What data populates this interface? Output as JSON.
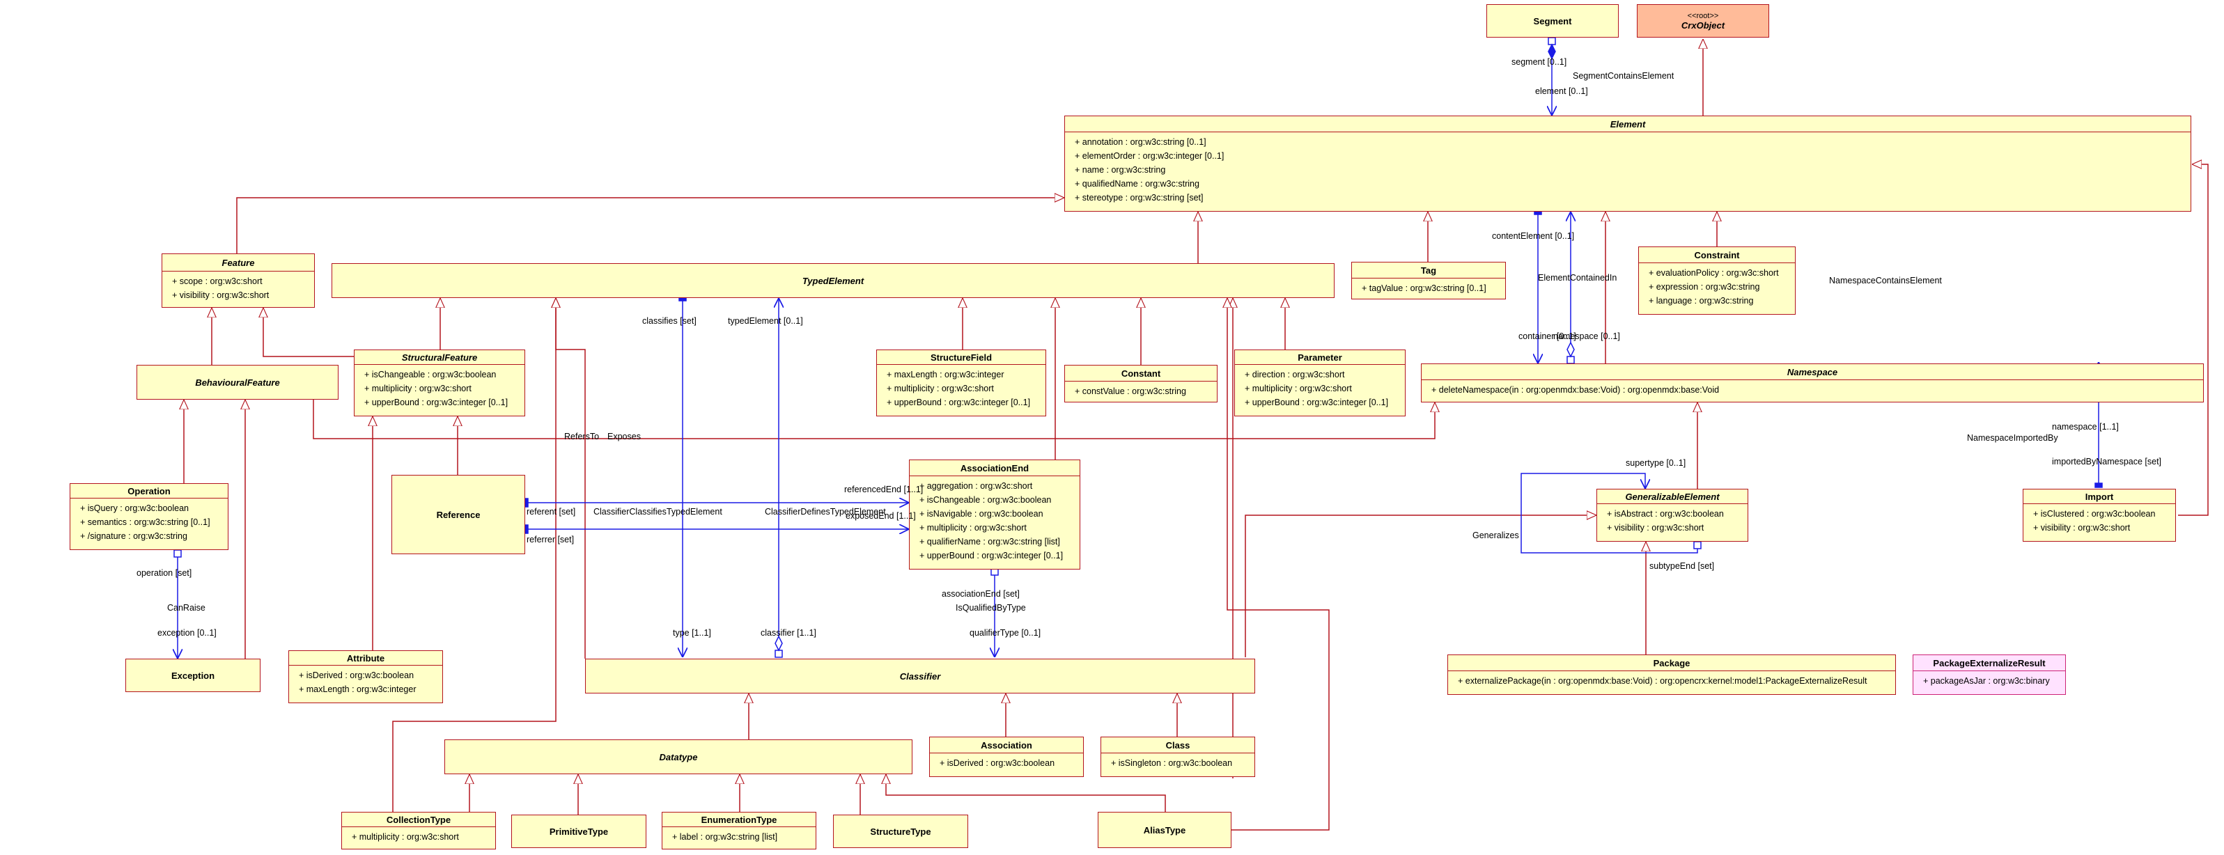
{
  "classes": {
    "segment": {
      "name": "Segment"
    },
    "crxobject": {
      "stereotype": "<<root>>",
      "name": "CrxObject"
    },
    "element": {
      "name": "Element",
      "attrs": [
        "+ annotation : org:w3c:string [0..1]",
        "+ elementOrder : org:w3c:integer [0..1]",
        "+ name : org:w3c:string",
        "+ qualifiedName : org:w3c:string",
        "+ stereotype : org:w3c:string [set]"
      ]
    },
    "feature": {
      "name": "Feature",
      "attrs": [
        "+ scope : org:w3c:short",
        "+ visibility : org:w3c:short"
      ]
    },
    "typedelement": {
      "name": "TypedElement"
    },
    "tag": {
      "name": "Tag",
      "attrs": [
        "+ tagValue : org:w3c:string [0..1]"
      ]
    },
    "constraint": {
      "name": "Constraint",
      "attrs": [
        "+ evaluationPolicy : org:w3c:short",
        "+ expression : org:w3c:string",
        "+ language : org:w3c:string"
      ]
    },
    "behaviouralfeature": {
      "name": "BehaviouralFeature"
    },
    "structuralfeature": {
      "name": "StructuralFeature",
      "attrs": [
        "+ isChangeable : org:w3c:boolean",
        "+ multiplicity : org:w3c:short",
        "+ upperBound : org:w3c:integer [0..1]"
      ]
    },
    "structurefield": {
      "name": "StructureField",
      "attrs": [
        "+ maxLength : org:w3c:integer",
        "+ multiplicity : org:w3c:short",
        "+ upperBound : org:w3c:integer [0..1]"
      ]
    },
    "constant": {
      "name": "Constant",
      "attrs": [
        "+ constValue : org:w3c:string"
      ]
    },
    "parameter": {
      "name": "Parameter",
      "attrs": [
        "+ direction : org:w3c:short",
        "+ multiplicity : org:w3c:short",
        "+ upperBound : org:w3c:integer [0..1]"
      ]
    },
    "namespace": {
      "name": "Namespace",
      "attrs": [
        "+ deleteNamespace(in : org:openmdx:base:Void) : org:openmdx:base:Void"
      ]
    },
    "operation": {
      "name": "Operation",
      "attrs": [
        "+ isQuery : org:w3c:boolean",
        "+ semantics : org:w3c:string [0..1]",
        "+ /signature : org:w3c:string"
      ]
    },
    "reference": {
      "name": "Reference"
    },
    "associationend": {
      "name": "AssociationEnd",
      "attrs": [
        "+ aggregation : org:w3c:short",
        "+ isChangeable : org:w3c:boolean",
        "+ isNavigable : org:w3c:boolean",
        "+ multiplicity : org:w3c:short",
        "+ qualifierName : org:w3c:string [list]",
        "+ upperBound : org:w3c:integer [0..1]"
      ]
    },
    "generalizableelement": {
      "name": "GeneralizableElement",
      "attrs": [
        "+ isAbstract : org:w3c:boolean",
        "+ visibility : org:w3c:short"
      ]
    },
    "import": {
      "name": "Import",
      "attrs": [
        "+ isClustered : org:w3c:boolean",
        "+ visibility : org:w3c:short"
      ]
    },
    "exception": {
      "name": "Exception"
    },
    "attribute": {
      "name": "Attribute",
      "attrs": [
        "+ isDerived : org:w3c:boolean",
        "+ maxLength : org:w3c:integer"
      ]
    },
    "classifier": {
      "name": "Classifier"
    },
    "package": {
      "name": "Package",
      "attrs": [
        "+ externalizePackage(in : org:openmdx:base:Void) : org:opencrx:kernel:model1:PackageExternalizeResult"
      ]
    },
    "packageexternalizeresult": {
      "name": "PackageExternalizeResult",
      "attrs": [
        "+ packageAsJar : org:w3c:binary"
      ]
    },
    "datatype": {
      "name": "Datatype"
    },
    "association": {
      "name": "Association",
      "attrs": [
        "+ isDerived : org:w3c:boolean"
      ]
    },
    "class": {
      "name": "Class",
      "attrs": [
        "+ isSingleton : org:w3c:boolean"
      ]
    },
    "collectiontype": {
      "name": "CollectionType",
      "attrs": [
        "+ multiplicity : org:w3c:short"
      ]
    },
    "primitivetype": {
      "name": "PrimitiveType"
    },
    "enumerationtype": {
      "name": "EnumerationType",
      "attrs": [
        "+ label : org:w3c:string [list]"
      ]
    },
    "structuretype": {
      "name": "StructureType"
    },
    "aliastype": {
      "name": "AliasType"
    }
  },
  "labels": {
    "segment_role": "segment [0..1]",
    "segment_contains_element": "SegmentContainsElement",
    "element_role": "element [0..1]",
    "content_element": "contentElement [0..1]",
    "element_contained_in": "ElementContainedIn",
    "container_namespace": "container [0..1]",
    "namespace_role": "namespace [0..1]",
    "namespace_contains_element": "NamespaceContainsElement",
    "classifies_set": "classifies [set]",
    "typed_element": "typedElement [0..1]",
    "refers_to": "RefersTo",
    "exposes": "Exposes",
    "referenced_end": "referencedEnd [1..1]",
    "referent_set": "referent [set]",
    "classifier_classifies": "ClassifierClassifiesTypedElement",
    "classifier_defines": "ClassifierDefinesTypedElement",
    "exposed_end": "exposedEnd [1..1]",
    "referrer_set": "referrer [set]",
    "operation_set": "operation [set]",
    "can_raise": "CanRaise",
    "exception_role": "exception [0..1]",
    "association_end_set": "associationEnd [set]",
    "is_qualified_by_type": "IsQualifiedByType",
    "qualifier_type": "qualifierType [0..1]",
    "type_role": "type [1..1]",
    "classifier_role": "classifier [1..1]",
    "supertype": "supertype [0..1]",
    "generalizes": "Generalizes",
    "subtype_end": "subtypeEnd [set]",
    "namespace_1": "namespace [1..1]",
    "namespace_imported_by": "NamespaceImportedBy",
    "imported_by_namespace": "importedByNamespace [set]"
  }
}
